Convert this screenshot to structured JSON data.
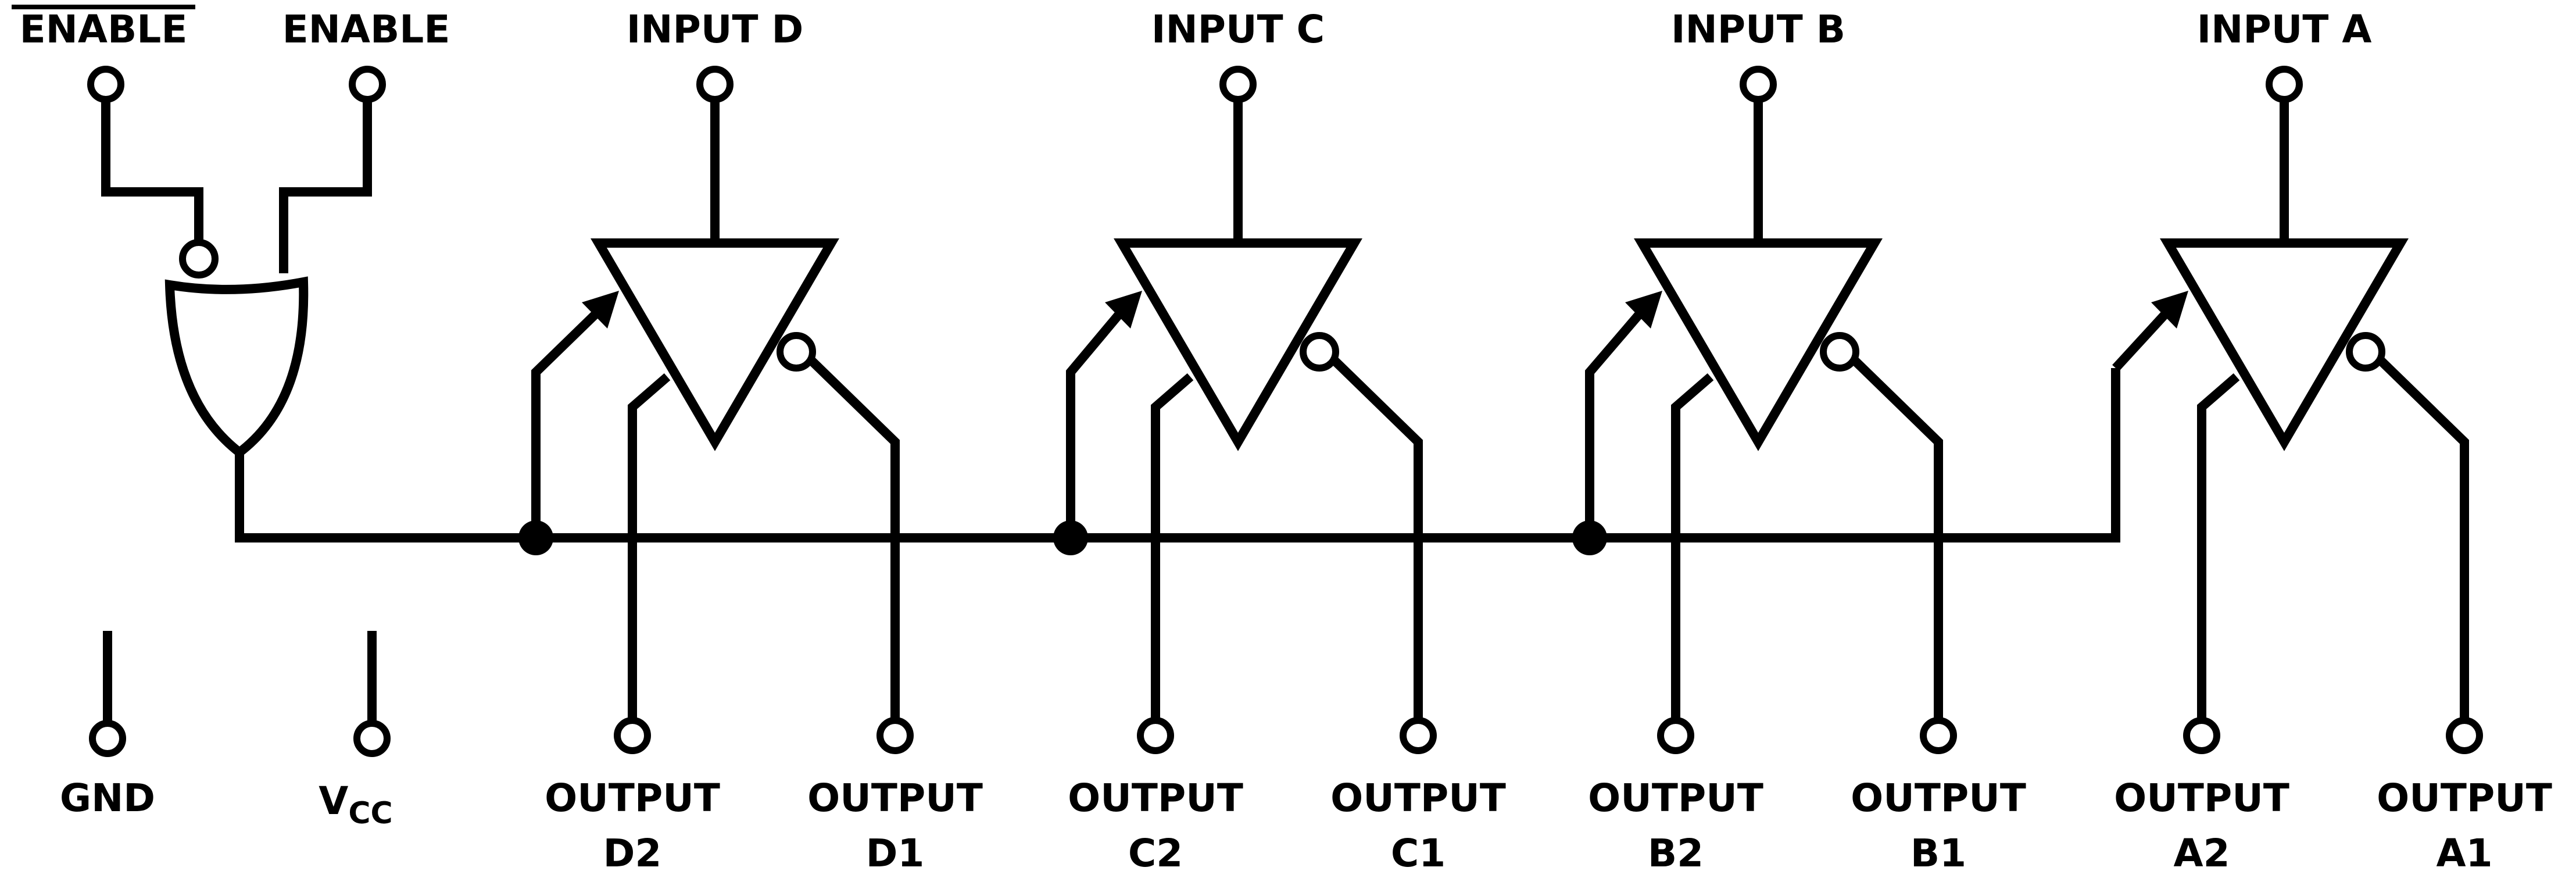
{
  "labels": {
    "enable_bar": "ENABLE",
    "enable": "ENABLE",
    "gnd": "GND",
    "vcc_main": "V",
    "vcc_sub": "CC"
  },
  "channels": [
    {
      "id": "d",
      "input": "INPUT D",
      "out2_a": "OUTPUT",
      "out2_b": "D2",
      "out1_a": "OUTPUT",
      "out1_b": "D1"
    },
    {
      "id": "c",
      "input": "INPUT C",
      "out2_a": "OUTPUT",
      "out2_b": "C2",
      "out1_a": "OUTPUT",
      "out1_b": "C1"
    },
    {
      "id": "b",
      "input": "INPUT B",
      "out2_a": "OUTPUT",
      "out2_b": "B2",
      "out1_a": "OUTPUT",
      "out1_b": "B1"
    },
    {
      "id": "a",
      "input": "INPUT A",
      "out2_a": "OUTPUT",
      "out2_b": "A2",
      "out1_a": "OUTPUT",
      "out1_b": "A1"
    }
  ],
  "colors": {
    "ink": "#000000",
    "paper": "#ffffff"
  }
}
